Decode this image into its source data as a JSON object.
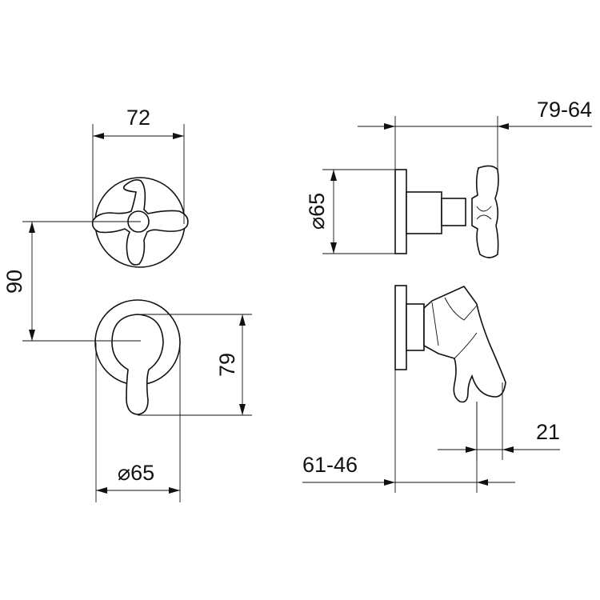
{
  "dimensions": {
    "width_72": "72",
    "height_90": "90",
    "height_79": "79",
    "diameter_65_front": "⌀65",
    "diameter_65_side": "⌀65",
    "depth_79_64": "79-64",
    "depth_61_46": "61-46",
    "offset_21": "21"
  },
  "colors": {
    "line": "#111111",
    "background": "#ffffff"
  }
}
